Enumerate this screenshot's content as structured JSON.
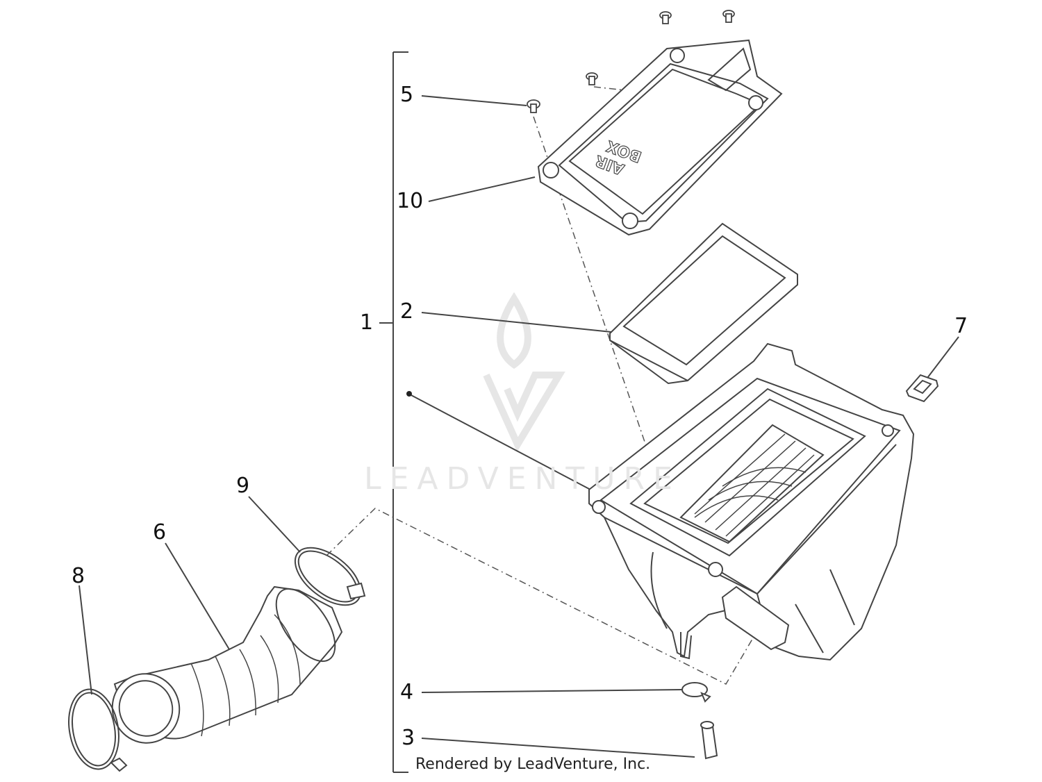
{
  "callouts": {
    "c1": "1",
    "c2": "2",
    "c3": "3",
    "c4": "4",
    "c5": "5",
    "c6": "6",
    "c7": "7",
    "c8": "8",
    "c9": "9",
    "c10": "10"
  },
  "lid_text": {
    "line1": "AIR",
    "line2": "BOX"
  },
  "watermark": "LEADVENTURE",
  "footer": "Rendered by LeadVenture, Inc.",
  "colors": {
    "line": "#444444",
    "watermark": "#e6e6e6"
  }
}
